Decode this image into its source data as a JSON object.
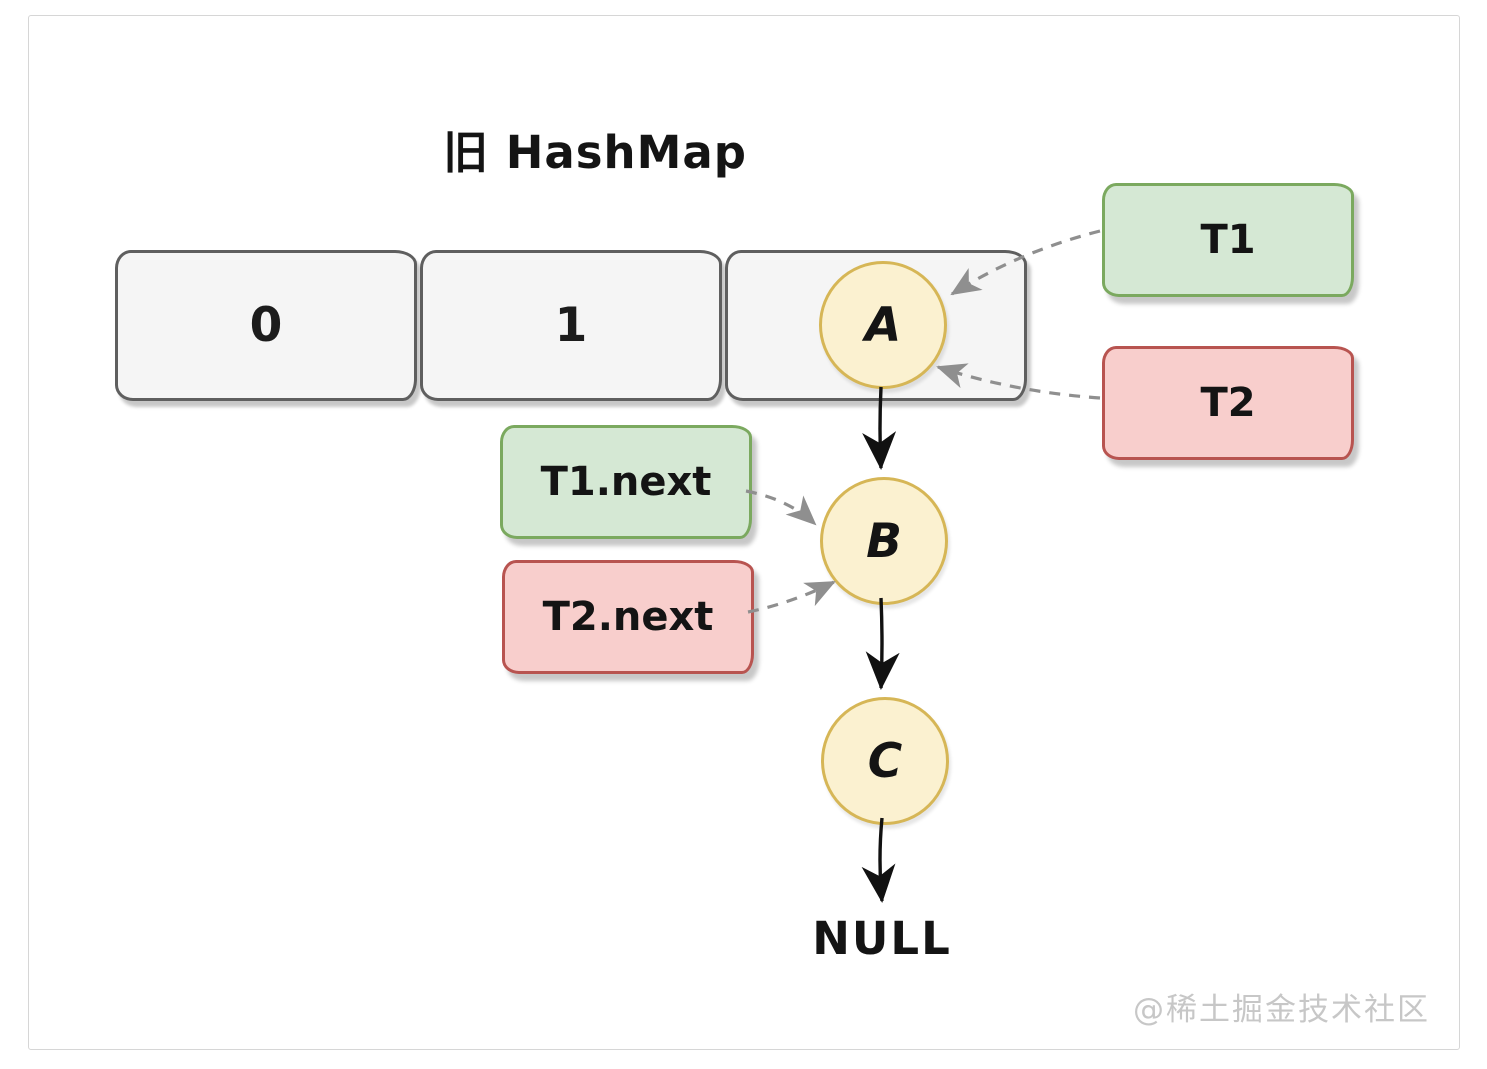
{
  "diagram": {
    "title": "旧 HashMap",
    "buckets": [
      {
        "label": "0"
      },
      {
        "label": "1"
      },
      {
        "label": ""
      }
    ],
    "chain": {
      "nodes": [
        {
          "label": "A"
        },
        {
          "label": "B"
        },
        {
          "label": "C"
        }
      ],
      "terminator": "NULL"
    },
    "pointer_boxes": [
      {
        "label": "T1",
        "variant": "green",
        "target": "A"
      },
      {
        "label": "T2",
        "variant": "red",
        "target": "A"
      },
      {
        "label": "T1.next",
        "variant": "green",
        "target": "B"
      },
      {
        "label": "T2.next",
        "variant": "red",
        "target": "B"
      }
    ],
    "colors": {
      "green_fill": "#d5e8d4",
      "green_border": "#82b366",
      "red_fill": "#f8cecc",
      "red_border": "#b85450",
      "node_fill": "#fff2cc",
      "node_border": "#d6b656",
      "bucket_fill": "#f5f5f5",
      "bucket_border": "#666666",
      "solid_arrow": "#111111",
      "dashed_arrow": "#8f8f8f",
      "watermark": "#c7c7c7"
    }
  },
  "watermark": "@稀土掘金技术社区"
}
